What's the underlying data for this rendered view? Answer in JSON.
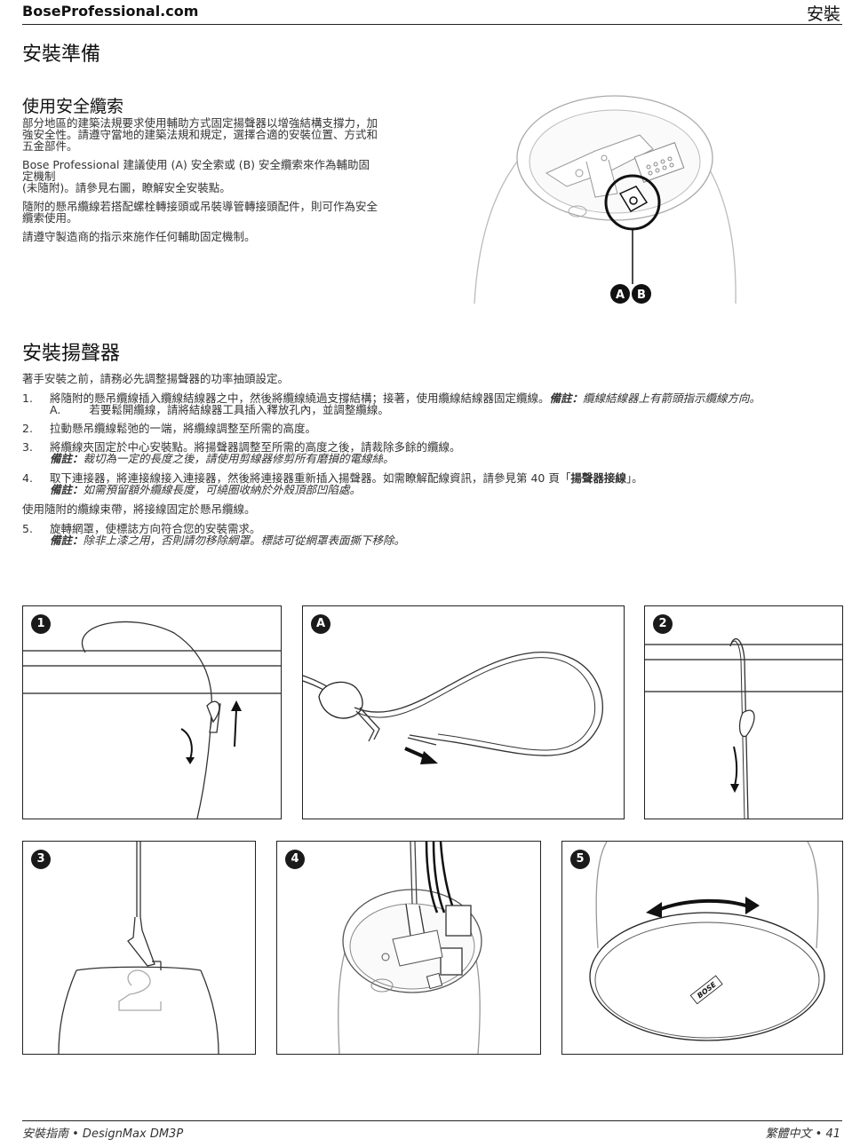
{
  "header": {
    "brand": "BoseProfessional.com",
    "section": "安裝"
  },
  "section1": {
    "title": "安裝準備",
    "subtitle": "使用安全纜索",
    "paragraphs": [
      "部分地區的建築法規要求使用輔助方式固定揚聲器以增強結構支撐力，加強安全性。請遵守當地的建築法規和規定，選擇合適的安裝位置、方式和五金部件。",
      "Bose Professional 建議使用 (A) 安全索或 (B) 安全纜索來作為輔助固定機制",
      "(未隨附)。請參見右圖，瞭解安全安裝點。",
      "隨附的懸吊纜線若搭配螺栓轉接頭或吊裝導管轉接頭配件，則可作為安全纜索使用。",
      "請遵守製造商的指示來施作任何輔助固定機制。"
    ],
    "callout_a": "A",
    "callout_b": "B"
  },
  "section2": {
    "title": "安裝揚聲器",
    "intro": "著手安裝之前，請務必先調整揚聲器的功率抽頭設定。",
    "steps": [
      {
        "num": "1.",
        "text": "將隨附的懸吊纜線插入纜線結線器之中，然後將纜線繞過支撐結構；接著，使用纜線結線器固定纜線。",
        "note_label": "備註：",
        "note_text": "纜線結線器上有箭頭指示纜線方向。",
        "sub_num": "A.",
        "sub_text": "若要鬆開纜線，請將結線器工具插入釋放孔內，並調整纜線。"
      },
      {
        "num": "2.",
        "text": "拉動懸吊纜線鬆弛的一端，將纜線調整至所需的高度。"
      },
      {
        "num": "3.",
        "text": "將纜線夾固定於中心安裝點。將揚聲器調整至所需的高度之後，請裁除多餘的纜線。",
        "note_label": "備註：",
        "note_text": "裁切為一定的長度之後，請使用剪線器修剪所有磨損的電線絲。"
      },
      {
        "num": "4.",
        "text": "取下連接器，將連接線接入連接器，然後將連接器重新插入揚聲器。如需瞭解配線資訊，請參見第 40 頁「",
        "link": "揚聲器接線",
        "text_after": "」。",
        "note_label": "備註：",
        "note_text": "如需預留額外纜線長度，可繞圈收納於外殼頂部凹陷處。"
      },
      {
        "num": "5.",
        "text": "旋轉網罩，使標誌方向符合您的安裝需求。",
        "note_label": "備註：",
        "note_text": "除非上漆之用，否則請勿移除網罩。標誌可從網罩表面撕下移除。"
      }
    ],
    "between_4_5": "使用隨附的纜線束帶，將接線固定於懸吊纜線。"
  },
  "figures": [
    {
      "badge": "1"
    },
    {
      "badge": "A"
    },
    {
      "badge": "2"
    },
    {
      "badge": "3"
    },
    {
      "badge": "4"
    },
    {
      "badge": "5"
    }
  ],
  "logo": "BOSE",
  "footer": {
    "left": "安裝指南 • DesignMax DM3P",
    "right": "繁體中文 • 41"
  }
}
